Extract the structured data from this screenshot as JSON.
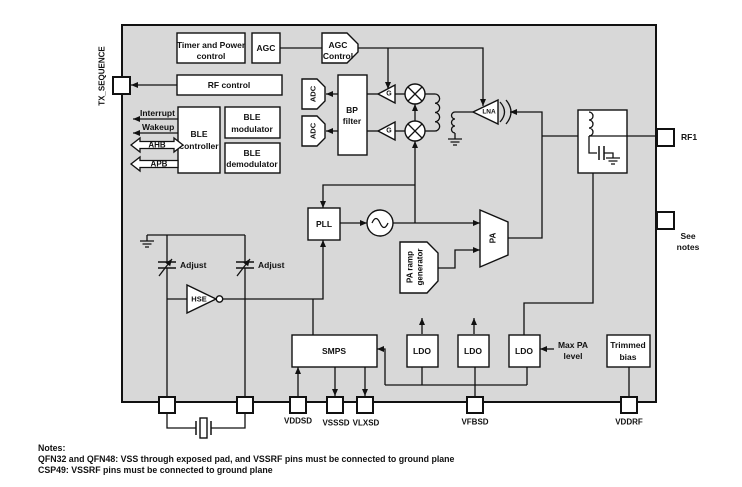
{
  "labels": {
    "timer_power_1": "Timer and Power",
    "timer_power_2": "control",
    "agc": "AGC",
    "agc_control_1": "AGC",
    "agc_control_2": "Control",
    "rf_control": "RF control",
    "ble_controller_1": "BLE",
    "ble_controller_2": "controller",
    "ble_modulator_1": "BLE",
    "ble_modulator_2": "modulator",
    "ble_demodulator_1": "BLE",
    "ble_demodulator_2": "demodulator",
    "bp_filter_1": "BP",
    "bp_filter_2": "filter",
    "adc": "ADC",
    "g": "G",
    "lna": "LNA",
    "pll": "PLL",
    "hse": "HSE",
    "smps": "SMPS",
    "ldo": "LDO",
    "trimmed_bias_1": "Trimmed",
    "trimmed_bias_2": "bias",
    "pa": "PA",
    "pa_ramp_1": "PA ramp",
    "pa_ramp_2": "generator",
    "interrupt": "Interrupt",
    "wakeup": "Wakeup",
    "ahb": "AHB",
    "apb": "APB",
    "adjust": "Adjust",
    "max_pa_1": "Max PA",
    "max_pa_2": "level",
    "see_notes_1": "See",
    "see_notes_2": "notes"
  },
  "pins": {
    "tx_sequence": "TX_SEQUENCE",
    "rf1": "RF1",
    "vddsd": "VDDSD",
    "vsssd": "VSSSD",
    "vlxsd": "VLXSD",
    "vfbsd": "VFBSD",
    "vddrf": "VDDRF"
  },
  "notes": {
    "title": "Notes:",
    "line1": "QFN32 and QFN48: VSS through exposed pad, and VSSRF pins must be connected to ground plane",
    "line2": "CSP49: VSSRF pins must be connected to ground plane"
  },
  "colors": {
    "chip_fill": "#d8d8d8",
    "box_fill": "#ffffff",
    "line": "#111111"
  }
}
